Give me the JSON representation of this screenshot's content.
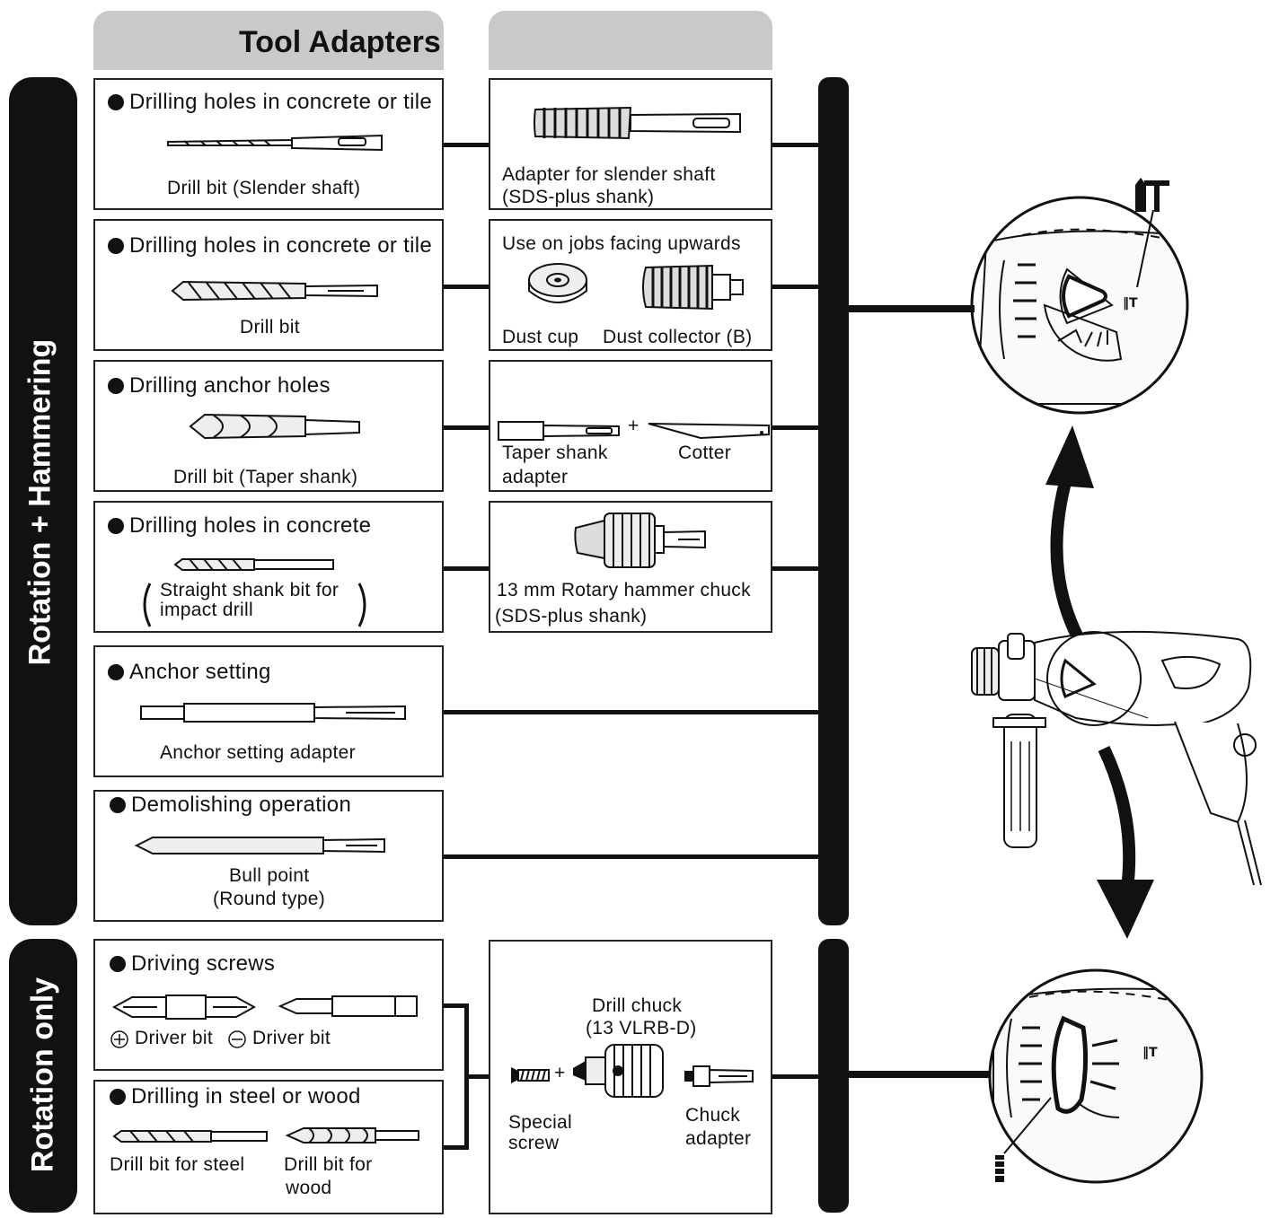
{
  "header": {
    "title": "Tool Adapters"
  },
  "groups": {
    "rotation_hammering": "Rotation + Hammering",
    "rotation_only": "Rotation only"
  },
  "applications": [
    {
      "title": "Drilling holes in concrete or tile",
      "tool": "Drill bit (Slender shaft)"
    },
    {
      "title": "Drilling holes in concrete or tile",
      "tool": "Drill bit"
    },
    {
      "title": "Drilling anchor holes",
      "tool": "Drill bit (Taper shank)"
    },
    {
      "title": "Drilling holes in concrete",
      "tool_line1": "Straight shank bit for",
      "tool_line2": "impact drill"
    },
    {
      "title": "Anchor setting",
      "tool": "Anchor setting adapter"
    },
    {
      "title": "Demolishing operation",
      "tool_line1": "Bull point",
      "tool_line2": "(Round type)"
    },
    {
      "title": "Driving screws",
      "tool_plus": "Driver bit",
      "tool_minus": "Driver bit"
    },
    {
      "title": "Drilling in steel or wood",
      "tool_steel": "Drill bit for steel",
      "tool_wood_line1": "Drill bit for",
      "tool_wood_line2": "wood"
    }
  ],
  "adapters": [
    {
      "line1": "Adapter for slender shaft",
      "line2": "(SDS-plus shank)"
    },
    {
      "heading": "Use on jobs facing upwards",
      "left": "Dust cup",
      "right": "Dust collector (B)"
    },
    {
      "left_line1": "Taper  shank",
      "left_line2": "adapter",
      "plus": "+",
      "right": "Cotter"
    },
    {
      "line1": "13 mm Rotary hammer chuck",
      "line2": "(SDS-plus shank)"
    },
    {
      "title_line1": "Drill chuck",
      "title_line2": "(13 VLRB-D)",
      "plus": "+",
      "left_line1": "Special",
      "left_line2": "screw",
      "right_line1": "Chuck",
      "right_line2": "adapter"
    }
  ],
  "colors": {
    "header_bg": "#c9c9c9",
    "dark": "#111111",
    "line": "#222222"
  },
  "icons": [
    "hammer-drill-mode-icon",
    "drill-mode-icon",
    "mode-selector-knob-icon"
  ]
}
